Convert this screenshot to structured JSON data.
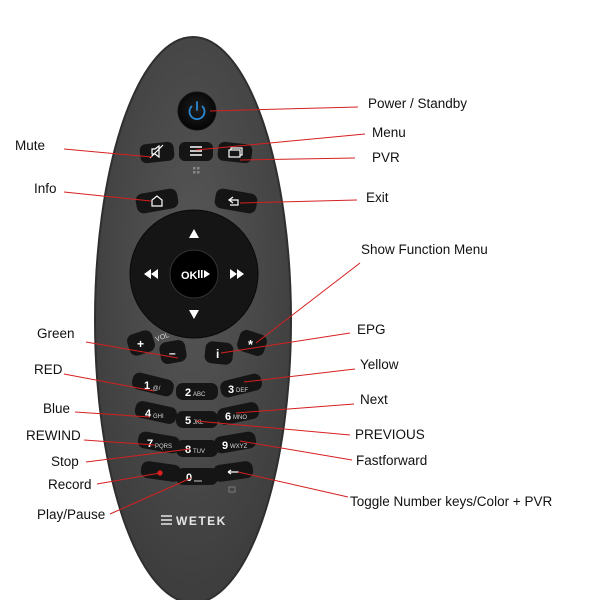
{
  "callouts": {
    "power_standby": "Power / Standby",
    "menu": "Menu",
    "mute": "Mute",
    "pvr": "PVR",
    "info": "Info",
    "exit": "Exit",
    "show_function_menu": "Show Function Menu",
    "green": "Green",
    "epg": "EPG",
    "red": "RED",
    "yellow": "Yellow",
    "blue": "Blue",
    "next": "Next",
    "rewind": "REWIND",
    "previous": "PREVIOUS",
    "stop": "Stop",
    "fastforward": "Fastforward",
    "record": "Record",
    "play_pause": "Play/Pause",
    "toggle": "Toggle Number keys/Color + PVR"
  },
  "remote": {
    "brand": "WETEK",
    "ok": "OK",
    "vol_label": "VOL",
    "plus": "+",
    "minus": "–",
    "info_key": "i",
    "star": "*",
    "zero": "0",
    "keys": {
      "k1": {
        "num": "1",
        "sub": ".@/"
      },
      "k2": {
        "num": "2",
        "sub": "ABC"
      },
      "k3": {
        "num": "3",
        "sub": "DEF"
      },
      "k4": {
        "num": "4",
        "sub": "GHI"
      },
      "k5": {
        "num": "5",
        "sub": "JKL"
      },
      "k6": {
        "num": "6",
        "sub": "MNO"
      },
      "k7": {
        "num": "7",
        "sub": "PQRS"
      },
      "k8": {
        "num": "8",
        "sub": "TUV"
      },
      "k9": {
        "num": "9",
        "sub": "WXYZ"
      }
    }
  },
  "colors": {
    "body": "#4a4a4a",
    "button": "#151515",
    "power_accent": "#2a8ad4",
    "leader": "#d62020",
    "record_dot": "#e02020"
  }
}
